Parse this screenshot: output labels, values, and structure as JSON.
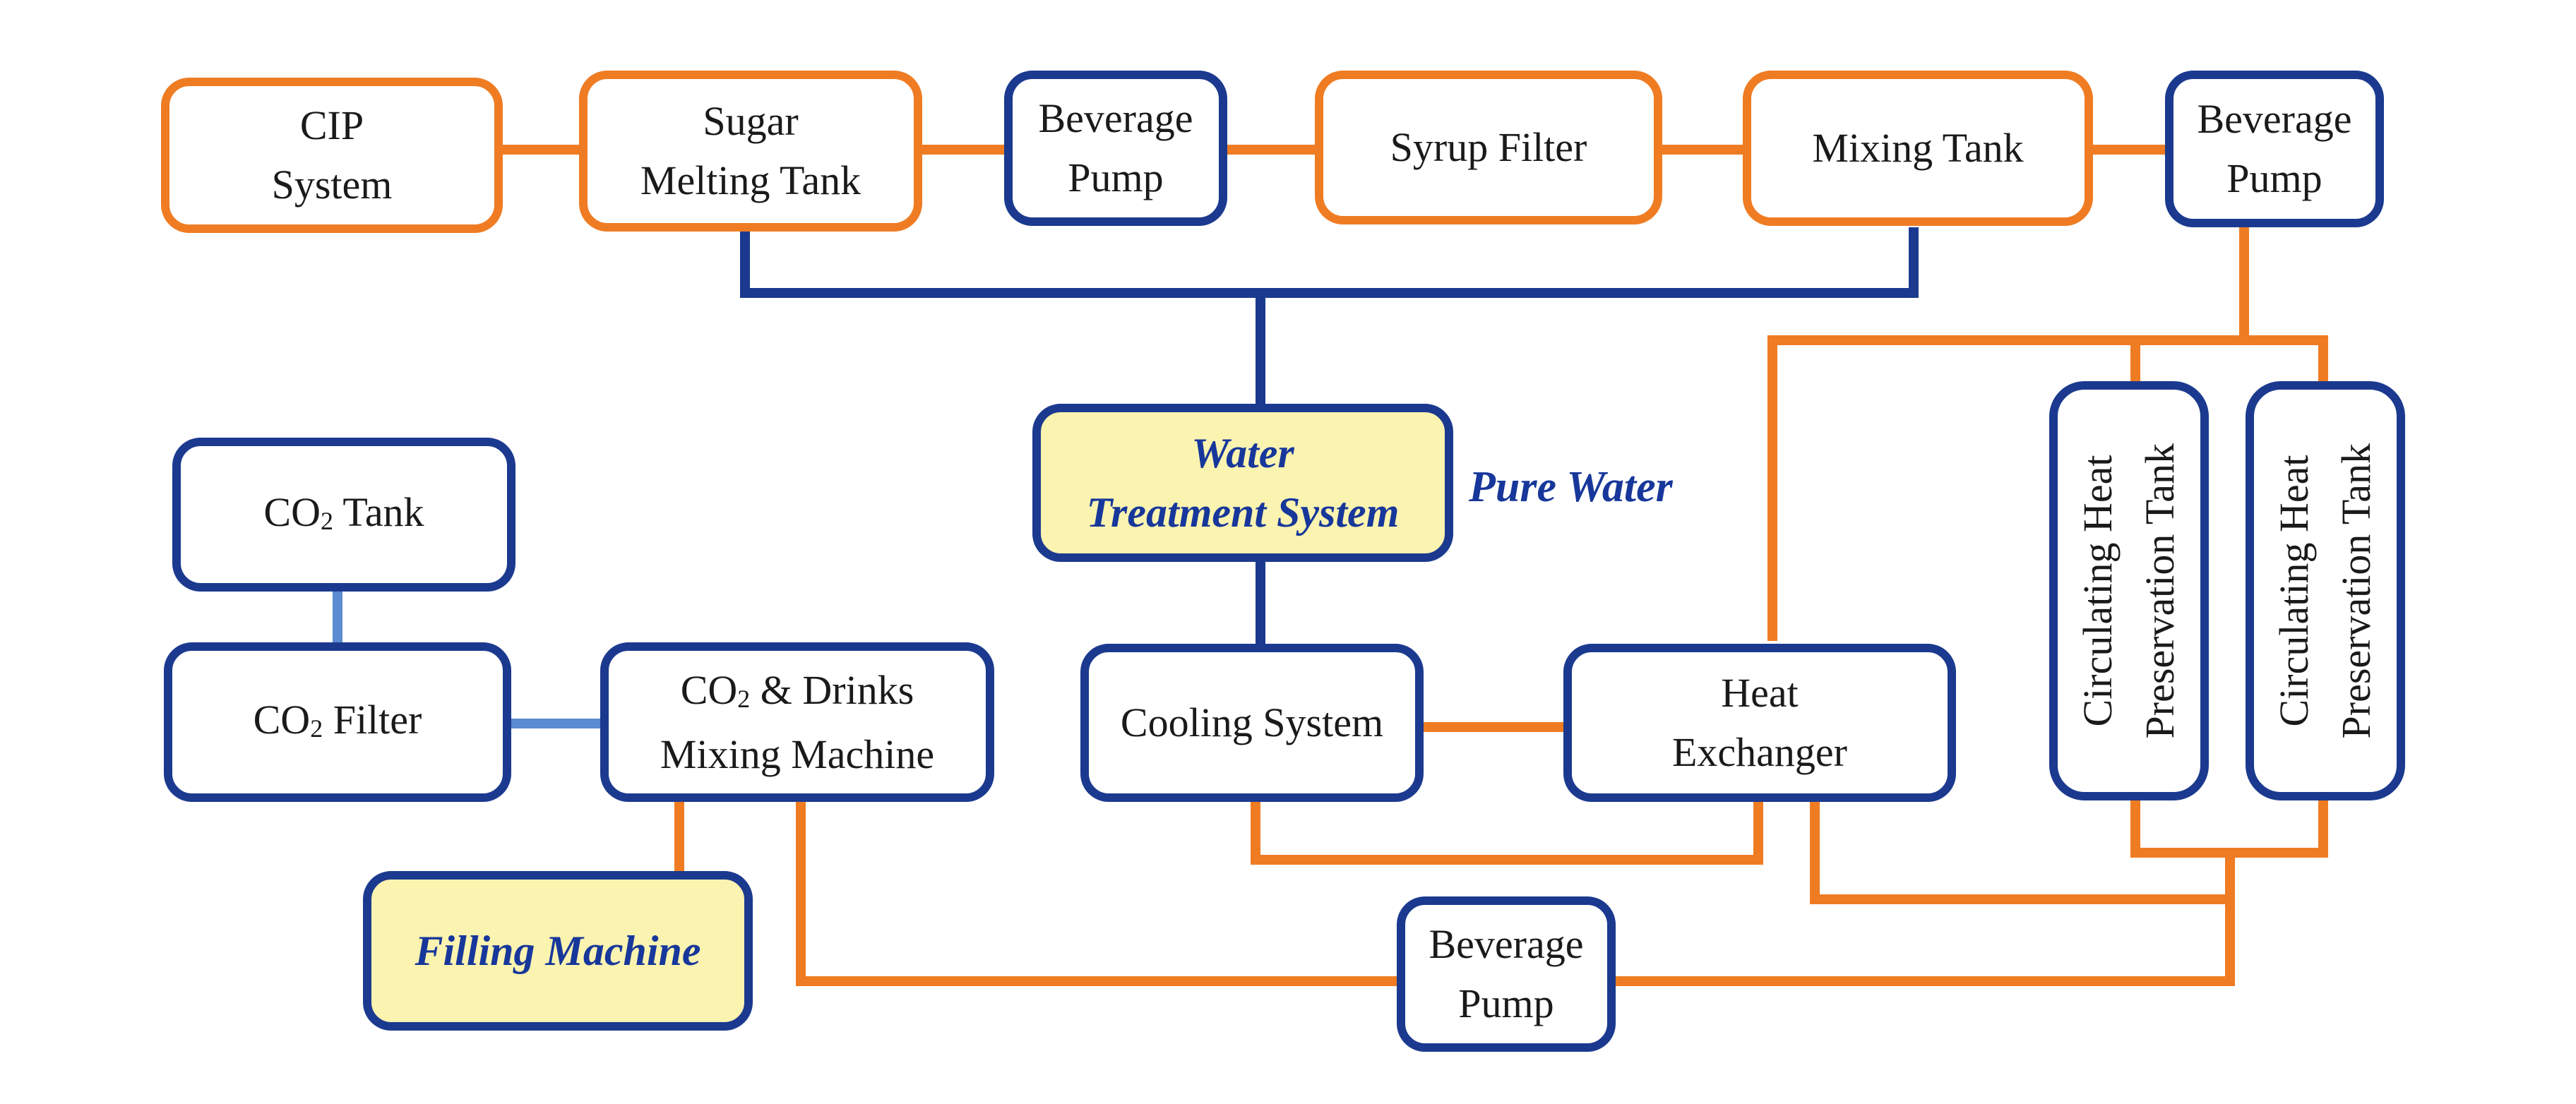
{
  "colors": {
    "process_line": "#ef7c23",
    "water_line": "#1b3a8f",
    "co2_line": "#5b8bd0",
    "highlight_fill": "#fbf3b0",
    "highlight_text": "#17379a"
  },
  "nodes": {
    "cip_system": "CIP\nSystem",
    "sugar_melting_tank": "Sugar\nMelting Tank",
    "beverage_pump_top_left": "Beverage\nPump",
    "syrup_filter": "Syrup Filter",
    "mixing_tank": "Mixing Tank",
    "beverage_pump_top_right": "Beverage\nPump",
    "water_treatment_system": "Water\nTreatment System",
    "pure_water_label": "Pure Water",
    "circulating_tank_1": "Circulating Heat\nPreservation Tank",
    "circulating_tank_2": "Circulating Heat\nPreservation Tank",
    "co2_tank": {
      "pre": "CO",
      "sub": "2",
      "post": " Tank"
    },
    "co2_filter": {
      "pre": "CO",
      "sub": "2",
      "post": " Filter"
    },
    "co2_mixing_machine": {
      "pre": "CO",
      "sub": "2",
      "post": " & Drinks",
      "line2": "Mixing Machine"
    },
    "cooling_system": "Cooling System",
    "heat_exchanger": "Heat\nExchanger",
    "filling_machine": "Filling Machine",
    "beverage_pump_bottom": "Beverage\nPump"
  }
}
